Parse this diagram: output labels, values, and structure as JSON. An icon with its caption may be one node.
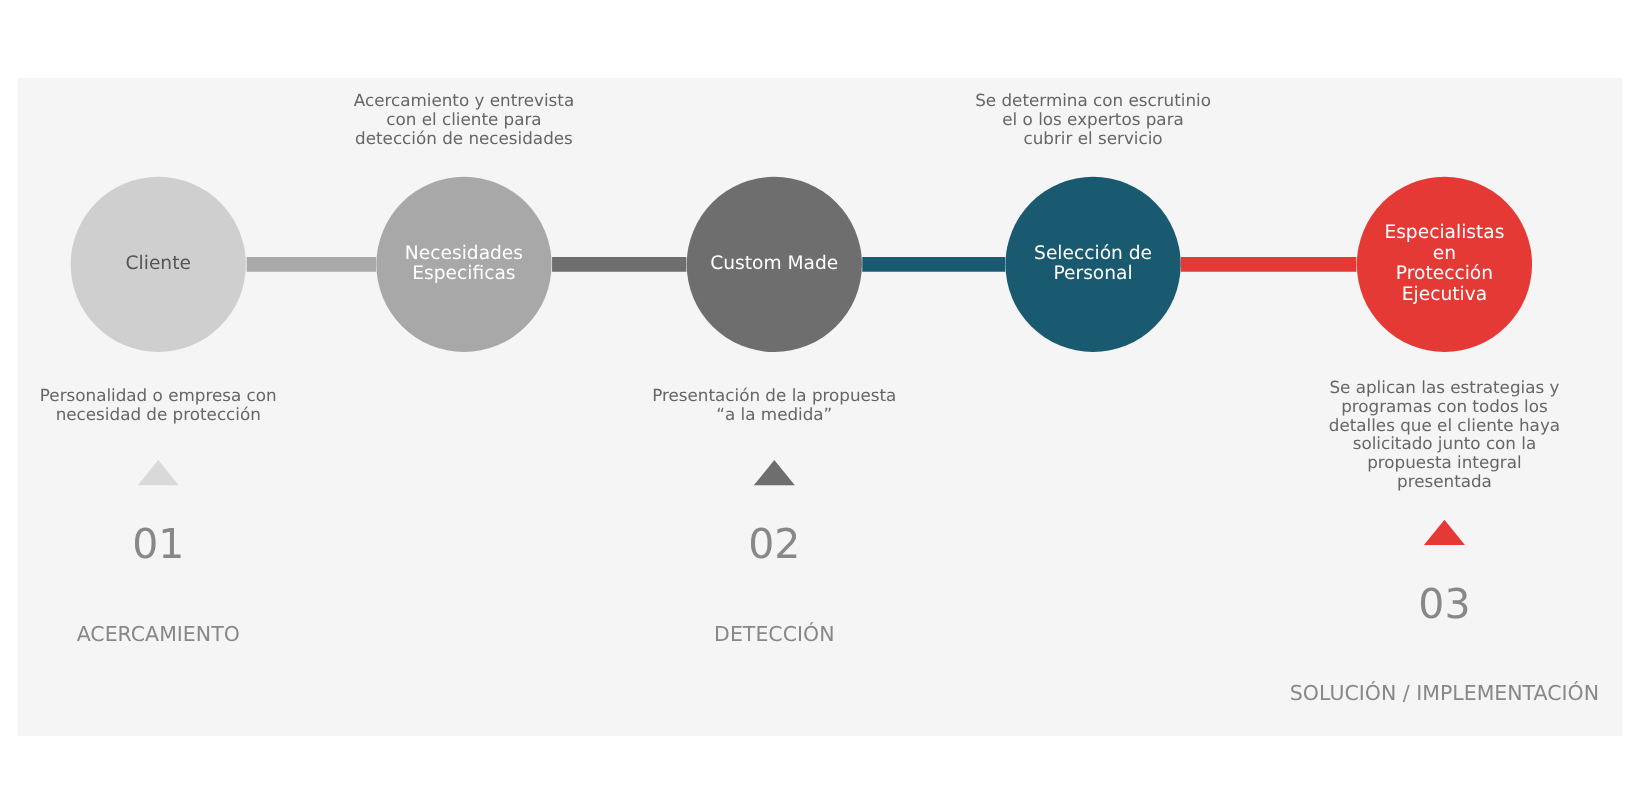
{
  "diagram": {
    "nodes": [
      {
        "text": [
          "Cliente"
        ],
        "beside": [
          "Personalidad o empresa con necesidad de protección"
        ]
      },
      {
        "text": [
          "Necesidades Especificas"
        ],
        "beside": [
          "Acercamiento y entrevista con el cliente para detección de necesidades"
        ]
      },
      {
        "text": [
          "Custom Made"
        ],
        "beside": [
          "Presentación de la propuesta “a la medida”"
        ]
      },
      {
        "text": [
          "Selección de Personal"
        ],
        "beside": [
          "Se determina con escrutinio el o los expertos para cubrir el servicio"
        ]
      },
      {
        "text": [
          "Especialistas en Protección Ejecutiva"
        ],
        "beside": [
          "Se aplican las estrategias y programas con todos los detalles que el cliente haya solicitado junto con la propuesta integral presentada"
        ]
      },
      {
        "text": [],
        "shape": "triangle"
      },
      {
        "text": [],
        "shape": "triangle"
      },
      {
        "text": [],
        "shape": "triangle"
      }
    ],
    "edges": [
      {
        "from": 0,
        "to": 1,
        "arrow": "none",
        "color": "#a9a9a9"
      },
      {
        "from": 1,
        "to": 2,
        "arrow": "none",
        "color": "#6e6e6e"
      },
      {
        "from": 2,
        "to": 3,
        "arrow": "none",
        "color": "#1a5a70"
      },
      {
        "from": 3,
        "to": 4,
        "arrow": "none",
        "color": "#e53935"
      }
    ],
    "labels": [
      "01",
      "ACERCAMIENTO",
      "02",
      "DETECCIÓN",
      "03",
      "SOLUCIÓN / IMPLEMENTACIÓN"
    ]
  }
}
